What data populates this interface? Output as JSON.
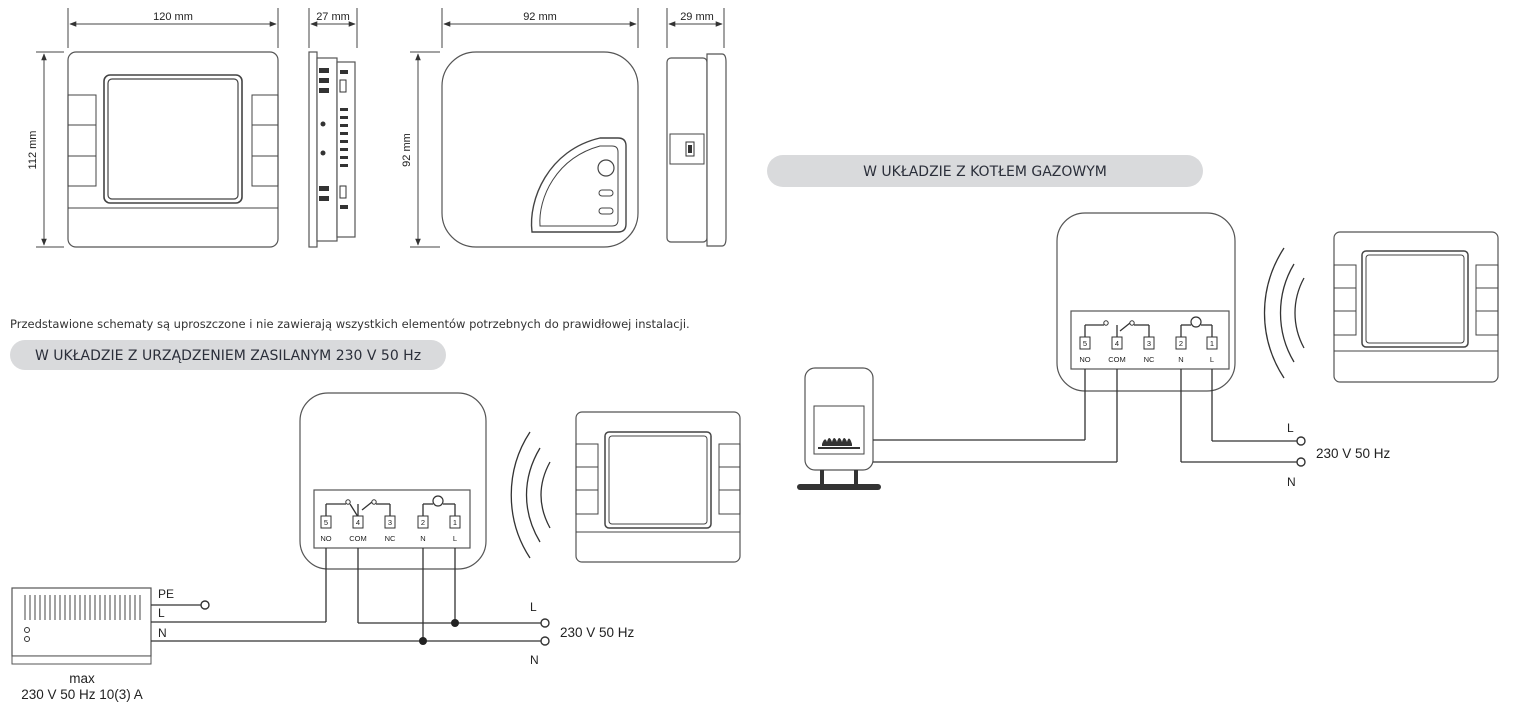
{
  "dimensions": {
    "front_width": "120 mm",
    "front_height": "112 mm",
    "side_depth": "27 mm",
    "receiver_width": "92 mm",
    "receiver_height": "92 mm",
    "receiver_depth": "29 mm"
  },
  "note": "Przedstawione schematy są uproszczone i nie zawierają wszystkich elementów potrzebnych do prawidłowej instalacji.",
  "section_powered": {
    "title": "W UKŁADZIE Z URZĄDZENIEM ZASILANYM 230 V 50 Hz",
    "pe": "PE",
    "l": "L",
    "n": "N",
    "max": "max",
    "max_rating": "230 V 50 Hz 10(3) A",
    "supply_l": "L",
    "supply_n": "N",
    "supply": "230 V 50 Hz"
  },
  "section_boiler": {
    "title": "W UKŁADZIE Z KOTŁEM GAZOWYM",
    "supply_l": "L",
    "supply_n": "N",
    "supply": "230 V 50 Hz"
  },
  "terminals": [
    {
      "num": "5",
      "label": "NO"
    },
    {
      "num": "4",
      "label": "COM"
    },
    {
      "num": "3",
      "label": "NC"
    },
    {
      "num": "2",
      "label": "N"
    },
    {
      "num": "1",
      "label": "L"
    }
  ],
  "colors": {
    "pill": "#d9dadc",
    "line": "#333333"
  }
}
